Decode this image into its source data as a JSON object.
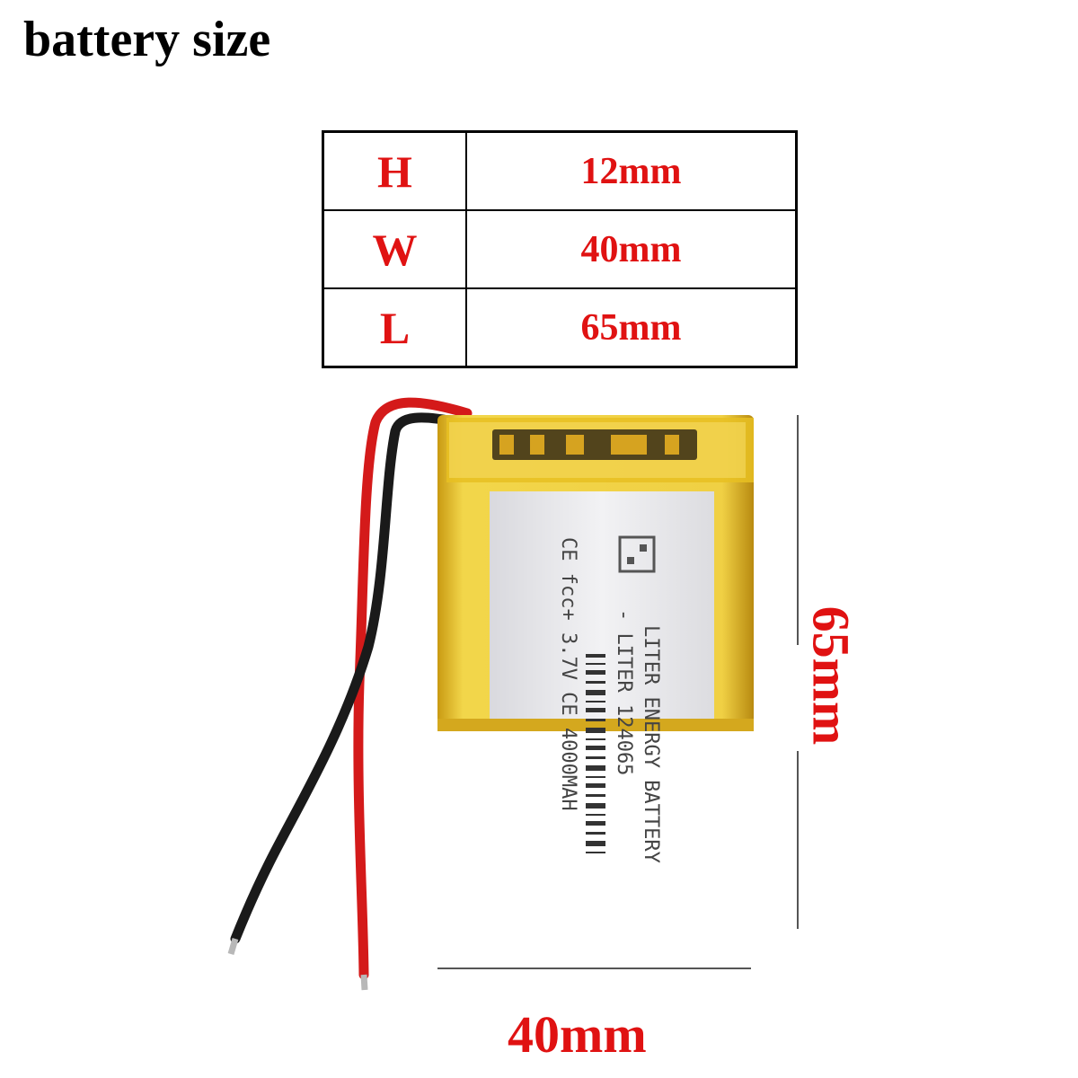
{
  "title": "battery size",
  "dimensions": [
    {
      "key": "H",
      "value": "12mm"
    },
    {
      "key": "W",
      "value": "40mm"
    },
    {
      "key": "L",
      "value": "65mm"
    }
  ],
  "annotations": {
    "width_label": "40mm",
    "length_label": "65mm"
  },
  "label_text": {
    "line1": "LITER ENERGY BATTERY",
    "line2": "- LITER 124065",
    "line3": "CE fcc+ 3.7V CE 4000MAH"
  },
  "colors": {
    "accent_red": "#e01212",
    "battery_yellow": "#e8c42a",
    "label_silver": "#e9e9ec",
    "wire_red": "#d41a1a",
    "wire_black": "#1a1a1a"
  }
}
